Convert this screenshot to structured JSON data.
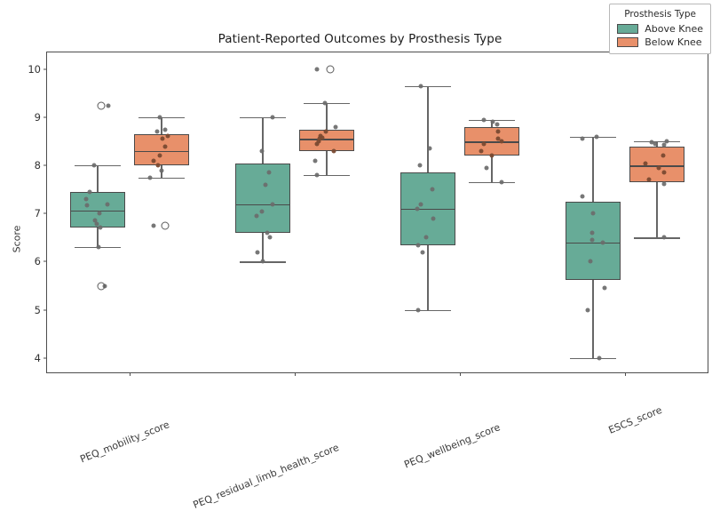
{
  "chart_data": {
    "type": "box",
    "title": "Patient-Reported Outcomes by Prosthesis Type",
    "xlabel": "",
    "ylabel": "Score",
    "ylim": [
      3.7,
      10.35
    ],
    "yticks": [
      4,
      5,
      6,
      7,
      8,
      9,
      10
    ],
    "grid": false,
    "legend": {
      "title": "Prosthesis Type",
      "position": "upper right",
      "entries": [
        {
          "name": "Above Knee",
          "color": "#67ab97"
        },
        {
          "name": "Below Knee",
          "color": "#e8906a"
        }
      ]
    },
    "categories": [
      "PEQ_mobility_score",
      "PEQ_residual_limb_health_score",
      "PEQ_wellbeing_score",
      "ESCS_score"
    ],
    "series": [
      {
        "name": "Above Knee",
        "color": "#67ab97",
        "boxes": [
          {
            "category": "PEQ_mobility_score",
            "whisker_low": 6.3,
            "q1": 6.72,
            "median": 7.07,
            "q3": 7.45,
            "whisker_high": 8.0,
            "outliers": [
              9.25,
              5.5
            ],
            "points": [
              7.3,
              7.2,
              7.18,
              7.0,
              6.85,
              6.78,
              6.72,
              7.45,
              8.0,
              6.3,
              9.25,
              5.5
            ]
          },
          {
            "category": "PEQ_residual_limb_health_score",
            "whisker_low": 6.0,
            "q1": 6.6,
            "median": 7.2,
            "q3": 8.05,
            "whisker_high": 9.0,
            "outliers": [],
            "points": [
              9.0,
              8.3,
              7.85,
              7.6,
              7.2,
              7.05,
              6.95,
              6.6,
              6.5,
              6.2,
              6.0
            ]
          },
          {
            "category": "PEQ_wellbeing_score",
            "whisker_low": 5.0,
            "q1": 6.35,
            "median": 7.1,
            "q3": 7.85,
            "whisker_high": 9.65,
            "outliers": [],
            "points": [
              9.65,
              8.35,
              8.0,
              7.5,
              7.2,
              7.1,
              6.9,
              6.5,
              6.35,
              6.2,
              5.0
            ]
          },
          {
            "category": "ESCS_score",
            "whisker_low": 4.0,
            "q1": 5.62,
            "median": 6.4,
            "q3": 7.25,
            "whisker_high": 8.6,
            "outliers": [],
            "points": [
              8.6,
              8.55,
              7.35,
              7.0,
              6.6,
              6.45,
              6.4,
              6.0,
              5.45,
              5.0,
              4.0
            ]
          }
        ]
      },
      {
        "name": "Below Knee",
        "color": "#e8906a",
        "boxes": [
          {
            "category": "PEQ_mobility_score",
            "whisker_low": 7.75,
            "q1": 8.0,
            "median": 8.3,
            "q3": 8.65,
            "whisker_high": 9.0,
            "outliers": [
              6.75
            ],
            "points": [
              9.0,
              8.75,
              8.7,
              8.62,
              8.55,
              8.4,
              8.2,
              8.1,
              8.0,
              7.9,
              7.75,
              6.75
            ]
          },
          {
            "category": "PEQ_residual_limb_health_score",
            "whisker_low": 7.8,
            "q1": 8.3,
            "median": 8.55,
            "q3": 8.75,
            "whisker_high": 9.3,
            "outliers": [
              10.0
            ],
            "points": [
              9.3,
              8.8,
              8.7,
              8.62,
              8.58,
              8.55,
              8.5,
              8.45,
              8.3,
              8.1,
              7.8,
              10.0
            ]
          },
          {
            "category": "PEQ_wellbeing_score",
            "whisker_low": 7.65,
            "q1": 8.2,
            "median": 8.5,
            "q3": 8.8,
            "whisker_high": 8.95,
            "outliers": [],
            "points": [
              8.95,
              8.9,
              8.85,
              8.7,
              8.55,
              8.5,
              8.45,
              8.3,
              8.2,
              7.95,
              7.65
            ]
          },
          {
            "category": "ESCS_score",
            "whisker_low": 6.5,
            "q1": 7.65,
            "median": 8.0,
            "q3": 8.4,
            "whisker_high": 8.5,
            "outliers": [],
            "points": [
              8.5,
              8.48,
              8.45,
              8.42,
              8.2,
              8.05,
              7.95,
              7.85,
              7.7,
              7.62,
              6.5
            ]
          }
        ]
      }
    ]
  }
}
